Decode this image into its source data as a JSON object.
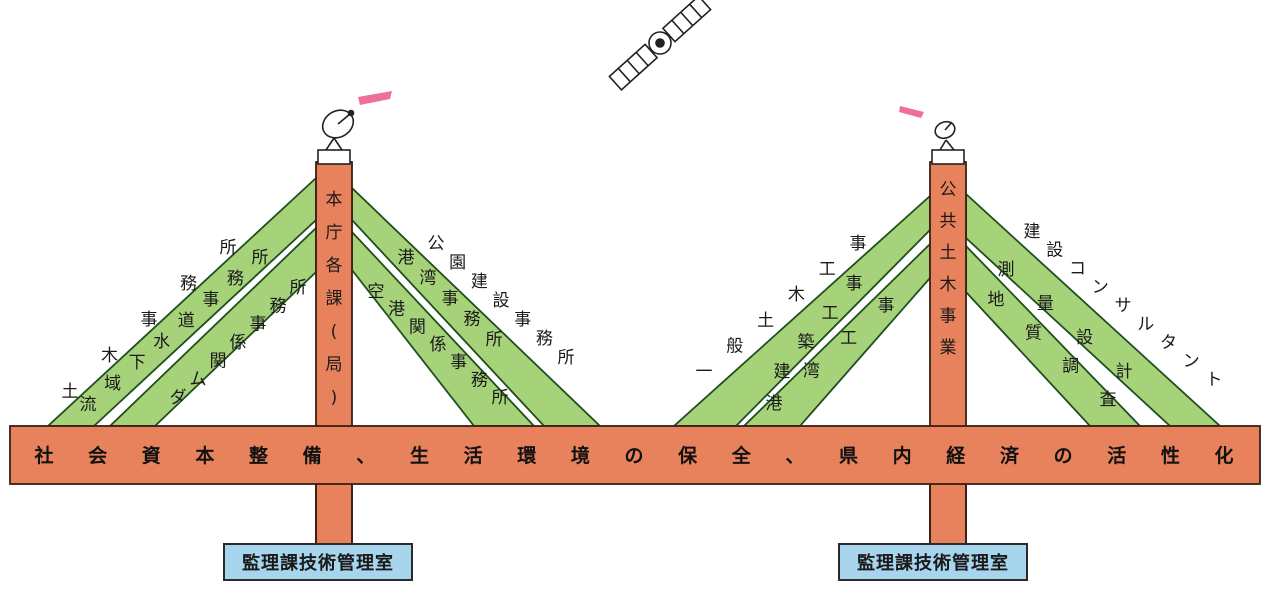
{
  "banner": "社会資本整備、生活環境の保全、県内経済の活性化",
  "left_tower": {
    "pillar": "本庁各課(局)",
    "box": "監理課技術管理室",
    "bands": [
      "流域下水道事務所",
      "ダム関係事務所",
      "港湾事務所",
      "空港関係事務所"
    ],
    "outer": [
      "土木事務所",
      "公園建設事務所"
    ]
  },
  "right_tower": {
    "pillar": "公共土木事業",
    "box": "監理課技術管理室",
    "bands": [
      "建築工事",
      "港湾工事",
      "測量設計",
      "地質調査"
    ],
    "outer": [
      "一般土木工事",
      "建設コンサルタント"
    ]
  },
  "colors": {
    "orange": "#e8825c",
    "green": "#a6d27a",
    "box_blue": "#a8d5ee",
    "beam": "#ee6f9a"
  },
  "icons": [
    "satellite-icon",
    "dish-antenna-icon"
  ]
}
